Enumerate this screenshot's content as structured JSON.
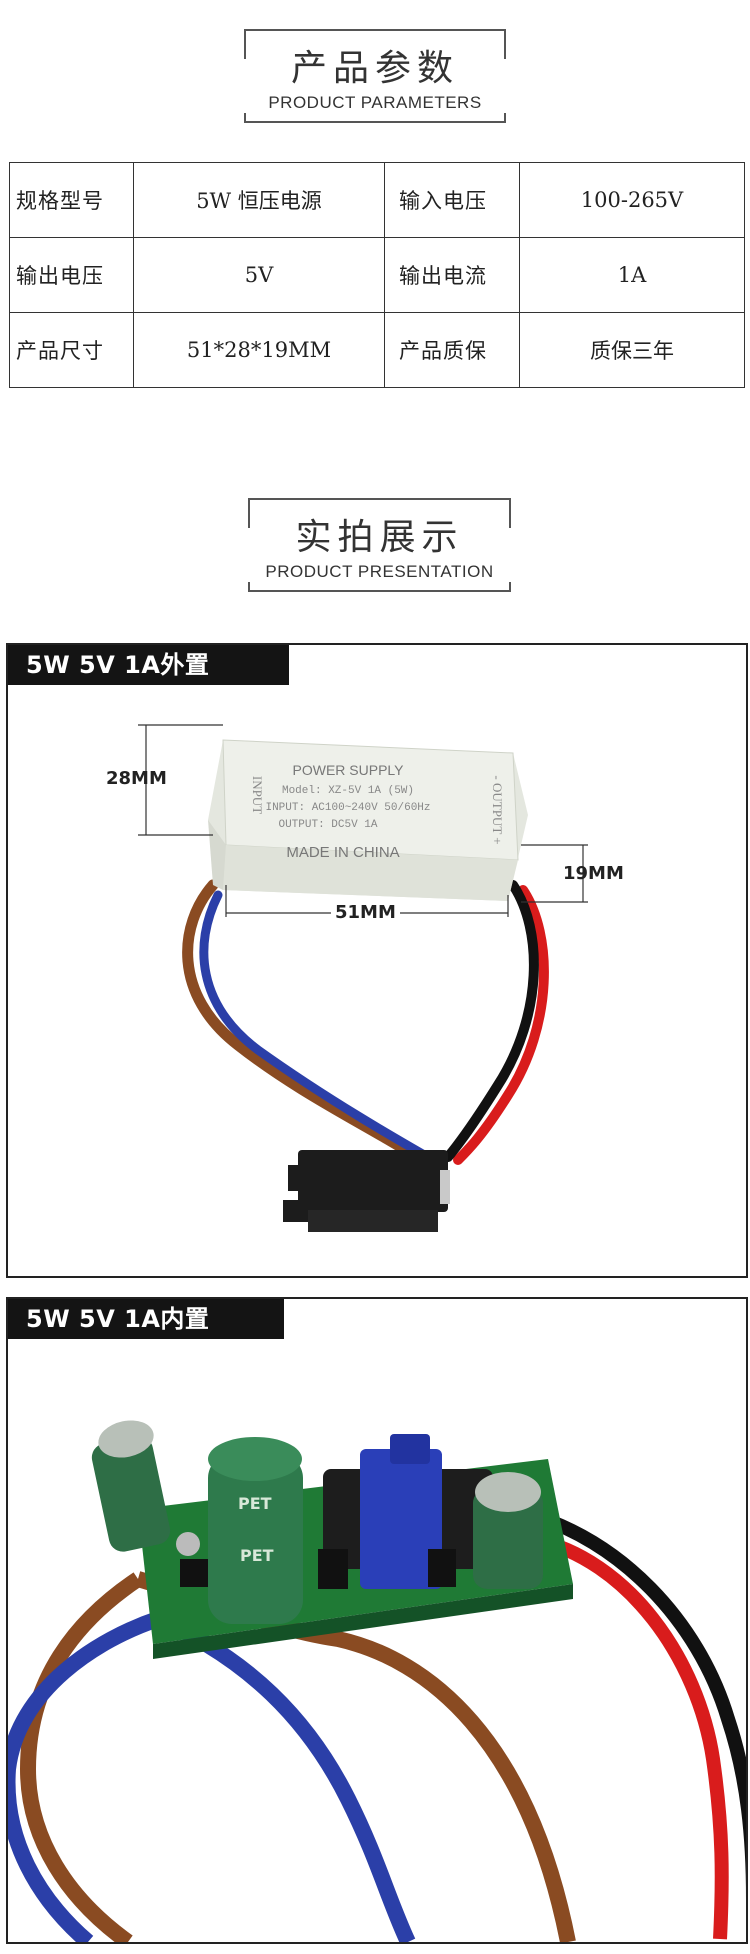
{
  "parameters_heading": {
    "zh": "产品参数",
    "en": "PRODUCT PARAMETERS"
  },
  "parameters": {
    "rows": [
      {
        "label1": "规格型号",
        "value1": "5W 恒压电源",
        "label2": "输入电压",
        "value2": "100-265V"
      },
      {
        "label1": "输出电压",
        "value1": "5V",
        "label2": "输出电流",
        "value2": "1A"
      },
      {
        "label1": "产品尺寸",
        "value1": "51*28*19MM",
        "label2": "产品质保",
        "value2": "质保三年"
      }
    ]
  },
  "presentation_heading": {
    "zh": "实拍展示",
    "en": "PRODUCT PRESENTATION"
  },
  "external_section": {
    "tab": "5W 5V 1A外置",
    "dims": {
      "height": "28MM",
      "depth": "19MM",
      "length": "51MM"
    },
    "module": {
      "line1": "POWER SUPPLY",
      "line2": "Model: XZ-5V 1A (5W)",
      "line3": "INPUT: AC100~240V 50/60Hz",
      "line4": "OUTPUT: DC5V 1A",
      "line5": "MADE IN CHINA",
      "side_left": "INPUT",
      "side_right": "- OUTPUT +"
    },
    "colors": {
      "casing": "#eef0ea",
      "wire_brown": "#8a4b22",
      "wire_blue": "#2b3fa8",
      "wire_red": "#d91c1c",
      "wire_black": "#111111"
    }
  },
  "internal_section": {
    "tab": "5W 5V 1A内置",
    "capacitor_text": "PET",
    "colors": {
      "pcb": "#1f7a35",
      "transformer": "#2a3fb8",
      "capacitor": "#2e7a4c"
    }
  }
}
